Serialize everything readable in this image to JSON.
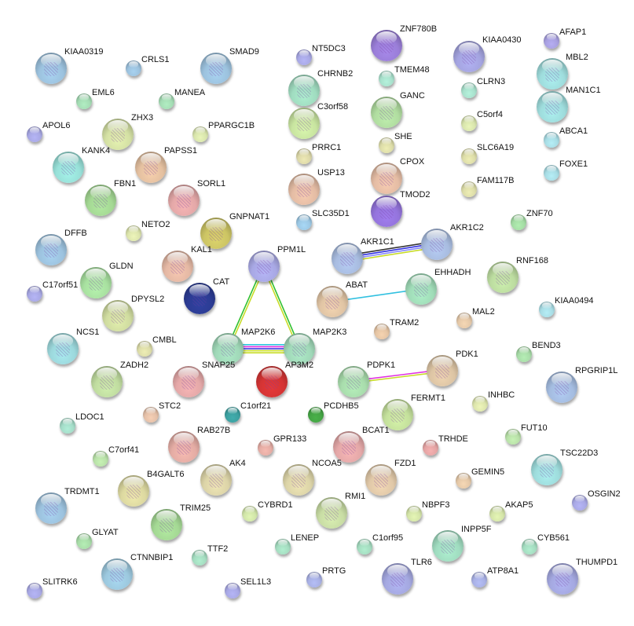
{
  "nodes": [
    {
      "label": "KIAA0319",
      "color": "#9cc2de"
    },
    {
      "label": "CRLS1",
      "color": "#9cc2de"
    },
    {
      "label": "SMAD9",
      "color": "#9cc2de"
    },
    {
      "label": "NT5DC3",
      "color": "#a8a8e4"
    },
    {
      "label": "ZNF780B",
      "color": "#9a7ed8"
    },
    {
      "label": "KIAA0430",
      "color": "#a4a4e0"
    },
    {
      "label": "AFAP1",
      "color": "#a8a0e0"
    },
    {
      "label": "MBL2",
      "color": "#9edcdc"
    },
    {
      "label": "EML6",
      "color": "#a4dcb4"
    },
    {
      "label": "MANEA",
      "color": "#a4dcb4"
    },
    {
      "label": "CHRNB2",
      "color": "#a0dcc0"
    },
    {
      "label": "TMEM48",
      "color": "#a8e0cc"
    },
    {
      "label": "CLRN3",
      "color": "#a8e0cc"
    },
    {
      "label": "MAN1C1",
      "color": "#9edcdc"
    },
    {
      "label": "C3orf58",
      "color": "#c8e4a0"
    },
    {
      "label": "GANC",
      "color": "#b0dca0"
    },
    {
      "label": "ZHX3",
      "color": "#d4e0a4"
    },
    {
      "label": "APOL6",
      "color": "#a8a8e4"
    },
    {
      "label": "PPARGC1B",
      "color": "#d8e4ac"
    },
    {
      "label": "C5orf4",
      "color": "#d8e4ac"
    },
    {
      "label": "ABCA1",
      "color": "#a8dce4"
    },
    {
      "label": "PRRC1",
      "color": "#dcd8a8"
    },
    {
      "label": "SHE",
      "color": "#dcdca8"
    },
    {
      "label": "SLC6A19",
      "color": "#dcdca8"
    },
    {
      "label": "KANK4",
      "color": "#98e0d8"
    },
    {
      "label": "PAPSS1",
      "color": "#e4c0a0"
    },
    {
      "label": "FOXE1",
      "color": "#a8dce4"
    },
    {
      "label": "USP13",
      "color": "#e4bca4"
    },
    {
      "label": "CPOX",
      "color": "#e4bca4"
    },
    {
      "label": "FAM117B",
      "color": "#dcdca8"
    },
    {
      "label": "FBN1",
      "color": "#a4d894"
    },
    {
      "label": "SORL1",
      "color": "#e4a8a8"
    },
    {
      "label": "TMOD2",
      "color": "#9474dc"
    },
    {
      "label": "ZNF70",
      "color": "#a4dca4"
    },
    {
      "label": "SLC35D1",
      "color": "#9cc8e4"
    },
    {
      "label": "NETO2",
      "color": "#dce4ac"
    },
    {
      "label": "GNPNAT1",
      "color": "#ccc464"
    },
    {
      "label": "AKR1C1",
      "color": "#a8bce0"
    },
    {
      "label": "AKR1C2",
      "color": "#a8bce0"
    },
    {
      "label": "DFFB",
      "color": "#9cc2de"
    },
    {
      "label": "PPM1L",
      "color": "#a8a8e4"
    },
    {
      "label": "KAL1",
      "color": "#e4b8a4"
    },
    {
      "label": "RNF168",
      "color": "#bcdca0"
    },
    {
      "label": "GLDN",
      "color": "#a8e0a0"
    },
    {
      "label": "CAT",
      "color": "#2c3c94"
    },
    {
      "label": "EHHADH",
      "color": "#a0dcb8"
    },
    {
      "label": "ABAT",
      "color": "#e0c4a4"
    },
    {
      "label": "KIAA0494",
      "color": "#a8dce4"
    },
    {
      "label": "C17orf51",
      "color": "#a8a8e4"
    },
    {
      "label": "DPYSL2",
      "color": "#d0dca0"
    },
    {
      "label": "MAL2",
      "color": "#e4c8a8"
    },
    {
      "label": "TRAM2",
      "color": "#e4c4a4"
    },
    {
      "label": "CMBL",
      "color": "#dcdca8"
    },
    {
      "label": "NCS1",
      "color": "#9cd8dc"
    },
    {
      "label": "MAP2K6",
      "color": "#a0d8b8"
    },
    {
      "label": "MAP2K3",
      "color": "#a0d8b8"
    },
    {
      "label": "BEND3",
      "color": "#a8dca8"
    },
    {
      "label": "PDK1",
      "color": "#dcc4a4"
    },
    {
      "label": "ZADH2",
      "color": "#c0dca0"
    },
    {
      "label": "SNAP25",
      "color": "#e4a8a8"
    },
    {
      "label": "AP3M2",
      "color": "#d43434"
    },
    {
      "label": "PDPK1",
      "color": "#a8dcac"
    },
    {
      "label": "RPGRIP1L",
      "color": "#a4bce0"
    },
    {
      "label": "FERMT1",
      "color": "#c4e09c"
    },
    {
      "label": "INHBC",
      "color": "#dce4ac"
    },
    {
      "label": "STC2",
      "color": "#e4c0a8"
    },
    {
      "label": "C1orf21",
      "color": "#3ca0a0"
    },
    {
      "label": "PCDHB5",
      "color": "#44a444"
    },
    {
      "label": "LDOC1",
      "color": "#a4dcc8"
    },
    {
      "label": "RAB27B",
      "color": "#e4aca4"
    },
    {
      "label": "GPR133",
      "color": "#e4aca4"
    },
    {
      "label": "BCAT1",
      "color": "#e4a8a8"
    },
    {
      "label": "TRHDE",
      "color": "#e4a4a4"
    },
    {
      "label": "FUT10",
      "color": "#b8e0a8"
    },
    {
      "label": "C7orf41",
      "color": "#b8e0a8"
    },
    {
      "label": "TSC22D3",
      "color": "#9edcdc"
    },
    {
      "label": "AK4",
      "color": "#dcd4a8"
    },
    {
      "label": "NCOA5",
      "color": "#dcd4a8"
    },
    {
      "label": "FZD1",
      "color": "#e0c8a8"
    },
    {
      "label": "GEMIN5",
      "color": "#e4c8a8"
    },
    {
      "label": "B4GALT6",
      "color": "#dcd8a0"
    },
    {
      "label": "TRDMT1",
      "color": "#9cc2de"
    },
    {
      "label": "OSGIN2",
      "color": "#a8a8e4"
    },
    {
      "label": "RMI1",
      "color": "#c8dca4"
    },
    {
      "label": "CYBRD1",
      "color": "#d0e4a8"
    },
    {
      "label": "NBPF3",
      "color": "#d4e4a8"
    },
    {
      "label": "AKAP5",
      "color": "#d4e4a8"
    },
    {
      "label": "TRIM25",
      "color": "#a4d894"
    },
    {
      "label": "GLYAT",
      "color": "#a8dca8"
    },
    {
      "label": "INPP5F",
      "color": "#a0dcc0"
    },
    {
      "label": "LENEP",
      "color": "#a4dcc0"
    },
    {
      "label": "C1orf95",
      "color": "#a4dcc0"
    },
    {
      "label": "CYB561",
      "color": "#a4dcc0"
    },
    {
      "label": "TTF2",
      "color": "#a4dcc0"
    },
    {
      "label": "CTNNBIP1",
      "color": "#9cc8de"
    },
    {
      "label": "PRTG",
      "color": "#a8b0e4"
    },
    {
      "label": "TLR6",
      "color": "#a4a8e0"
    },
    {
      "label": "ATP8A1",
      "color": "#a8b0e4"
    },
    {
      "label": "THUMPD1",
      "color": "#a4a8e0"
    },
    {
      "label": "SLITRK6",
      "color": "#a8a8e4"
    },
    {
      "label": "SEL1L3",
      "color": "#a8a8e4"
    }
  ],
  "edges": [
    {
      "from": "PPM1L",
      "to": "MAP2K6",
      "colors": [
        "#c8dc28",
        "#30c030"
      ]
    },
    {
      "from": "PPM1L",
      "to": "MAP2K3",
      "colors": [
        "#30c030",
        "#c8dc28"
      ]
    },
    {
      "from": "MAP2K6",
      "to": "MAP2K3",
      "colors": [
        "#30c8e0",
        "#e030e0",
        "#3030e0",
        "#c8dc28",
        "#c8dc28"
      ]
    },
    {
      "from": "AKR1C1",
      "to": "AKR1C2",
      "colors": [
        "#333333",
        "#3030e0",
        "#8888ff",
        "#c8dc28"
      ]
    },
    {
      "from": "ABAT",
      "to": "EHHADH",
      "colors": [
        "#30c0e0"
      ]
    },
    {
      "from": "PDPK1",
      "to": "PDK1",
      "colors": [
        "#e030e0",
        "#c8dc28"
      ]
    }
  ]
}
